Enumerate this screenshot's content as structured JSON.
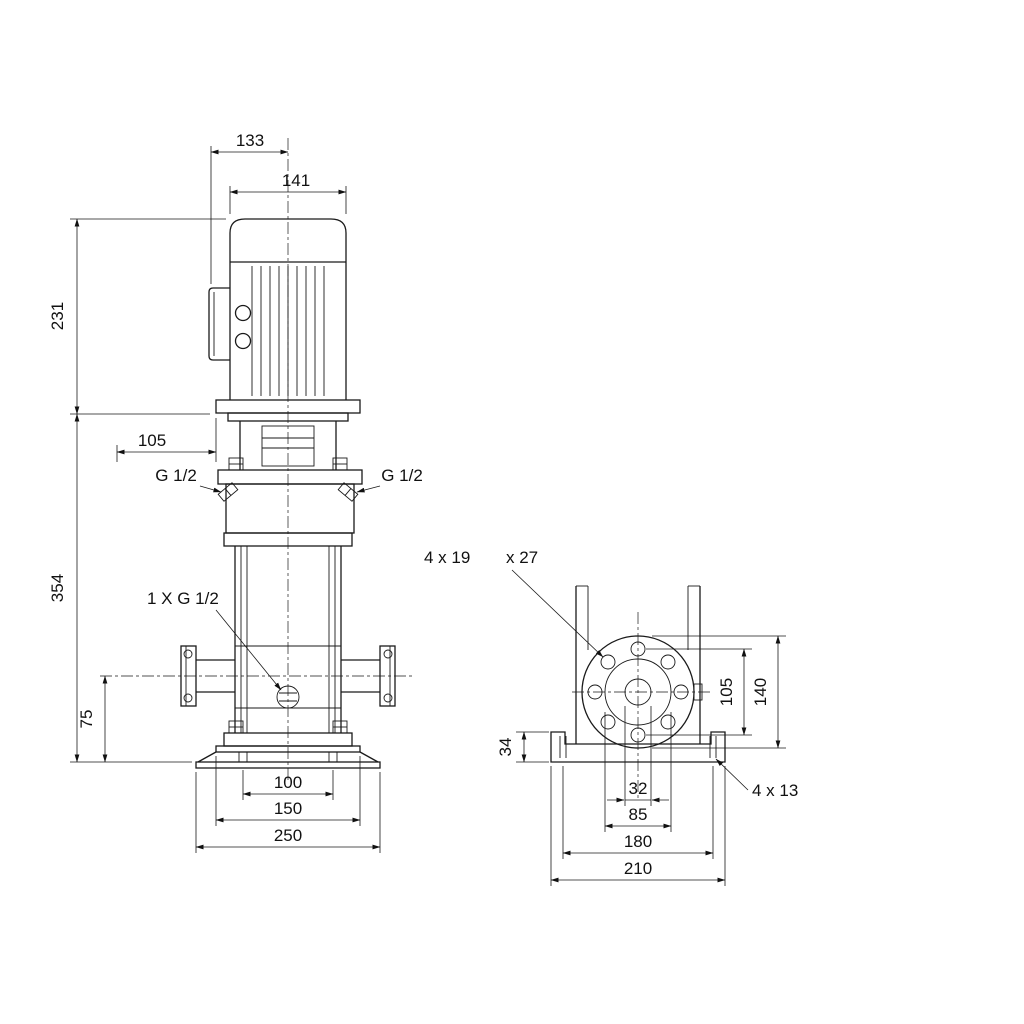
{
  "colors": {
    "line": "#1a1a1a",
    "background": "#ffffff"
  },
  "front_view": {
    "dim_133": "133",
    "dim_141": "141",
    "dim_231": "231",
    "dim_105": "105",
    "dim_354": "354",
    "dim_75": "75",
    "port_label_left": "G 1/2",
    "port_label_right": "G 1/2",
    "drain_label": "1 X G 1/2",
    "dim_100": "100",
    "dim_150": "150",
    "dim_250": "250"
  },
  "side_view": {
    "hole_callout": "4 x 19",
    "spotface_callout": "x 27",
    "dim_34": "34",
    "dim_105": "105",
    "dim_140": "140",
    "dim_32": "32",
    "dim_85": "85",
    "dim_180": "180",
    "dim_210": "210",
    "base_hole_callout": "4 x 13"
  }
}
